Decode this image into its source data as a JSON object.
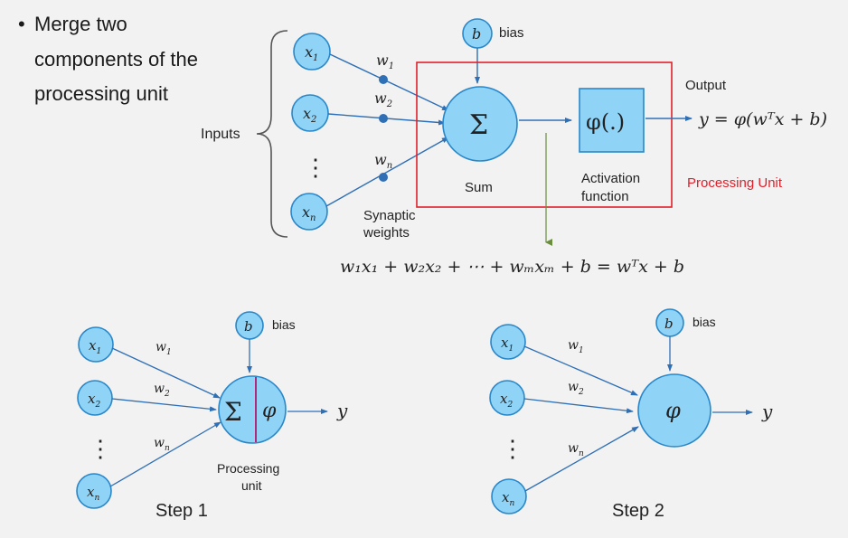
{
  "bullet": {
    "marker": "•",
    "lines": [
      "Merge two",
      "components of the",
      "processing unit"
    ]
  },
  "top": {
    "inputs_label": "Inputs",
    "x_symbol": "x",
    "x_subs": [
      "1",
      "2",
      "n"
    ],
    "w_symbol": "w",
    "w_subs": [
      "1",
      "2",
      "n"
    ],
    "vdots": "⋮",
    "bias_symbol": "b",
    "bias_label": "bias",
    "sum_symbol": "Σ",
    "sum_label": "Sum",
    "activation_symbol": "φ(.)",
    "activation_label_1": "Activation",
    "activation_label_2": "function",
    "output_label": "Output",
    "output_formula": "y = φ(wᵀx + b)",
    "processing_unit_label": "Processing Unit",
    "synaptic_label_1": "Synaptic",
    "synaptic_label_2": "weights",
    "bottom_formula": "w₁x₁ + w₂x₂ + ⋯ + wₘxₘ + b =  wᵀx + b"
  },
  "step1": {
    "label": "Step 1",
    "node_sum": "Σ",
    "node_phi": "φ",
    "output": "y",
    "processing_label_1": "Processing",
    "processing_label_2": "unit"
  },
  "step2": {
    "label": "Step 2",
    "node_phi": "φ",
    "output": "y"
  },
  "colors": {
    "node_fill": "#8fd3f7",
    "node_stroke": "#2a87c8",
    "arrow": "#2f6fb5",
    "weight_dot": "#2f6fb5",
    "processing_box": "#e0202a",
    "processing_text": "#e0202a",
    "divider": "#b0287a",
    "derivation_line": "#6b8e3e"
  }
}
